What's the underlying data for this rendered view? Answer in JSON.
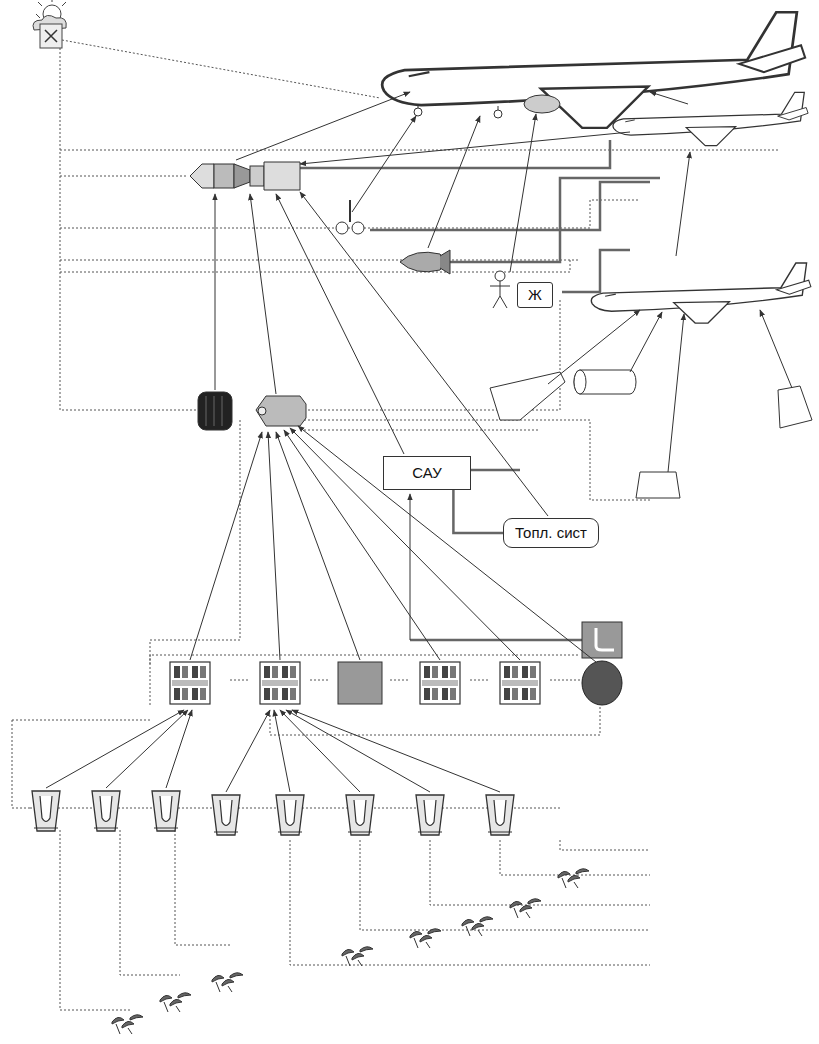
{
  "diagram": {
    "nodes": [
      {
        "text": [
          "Ж"
        ]
      },
      {
        "text": [
          "САУ"
        ]
      },
      {
        "text": [
          "Топл. сист"
        ]
      }
    ],
    "edges": [
      {
        "from": 2,
        "to": 1,
        "arrow": "none"
      }
    ]
  }
}
